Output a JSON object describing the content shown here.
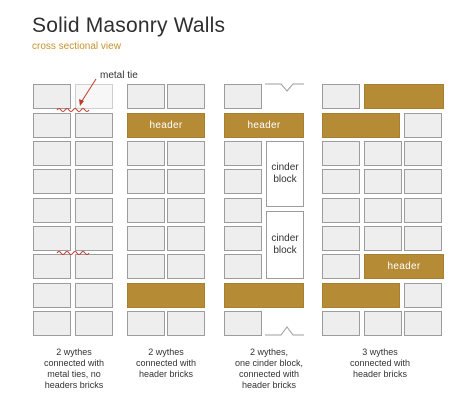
{
  "title": "Solid Masonry Walls",
  "subtitle": "cross sectional view",
  "annotation": {
    "metal_tie": "metal tie"
  },
  "brick_labels": {
    "header": "header",
    "cinder_line1": "cinder",
    "cinder_line2": "block"
  },
  "colors": {
    "header": "#b58b36",
    "brick": "#eeeeee",
    "accent_text": "#c5932c",
    "tie": "#c0392b"
  },
  "columns": [
    {
      "caption": [
        "2 wythes",
        "connected with",
        "metal ties, no",
        "headers bricks"
      ]
    },
    {
      "caption": [
        "2 wythes",
        "connected with",
        "header bricks"
      ]
    },
    {
      "caption": [
        "2 wythes,",
        "one cinder block,",
        "connected with",
        "header bricks"
      ]
    },
    {
      "caption": [
        "3 wythes",
        "connected with",
        "header bricks"
      ]
    }
  ]
}
